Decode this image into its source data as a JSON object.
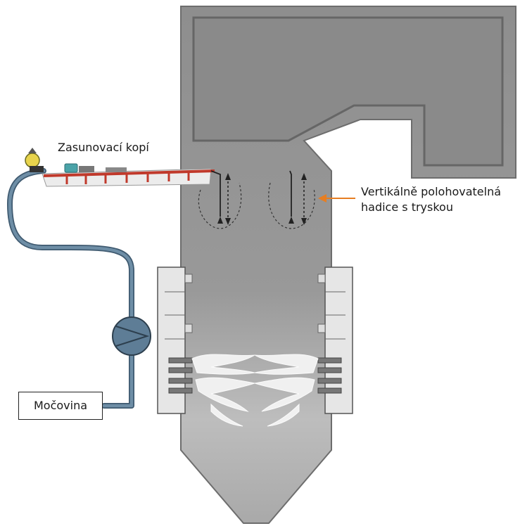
{
  "labels": {
    "lance": "Zasunovací kopí",
    "hose_line1": "Vertikálně polohovatelná",
    "hose_line2": "hadice s tryskou",
    "urea": "Močovina"
  },
  "colors": {
    "boiler_fill": "#8c8c8c",
    "boiler_outline": "#6a6a6a",
    "backpass_fill": "#8a8a8a",
    "pipe": "#5f7f97",
    "pump": "#5e7d96",
    "lance": "#c0392b",
    "arrow_accent": "#e67e22",
    "burner_panel": "#e8e8e8"
  },
  "icons": {
    "pump": "pump-icon",
    "valve": "valve-icon",
    "flame": "flame-icon",
    "pointer": "arrow-left-icon"
  }
}
